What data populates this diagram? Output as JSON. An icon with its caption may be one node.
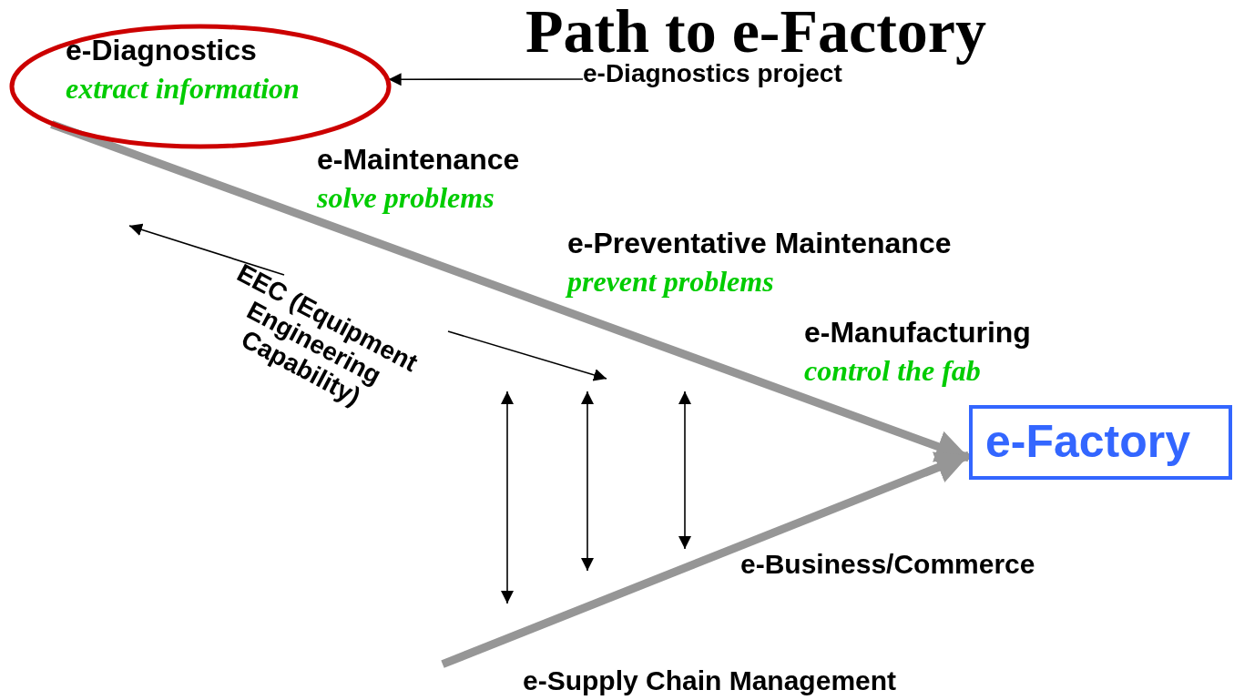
{
  "diagram": {
    "title": "Path to e-Factory",
    "nodes": [
      {
        "text": [
          "e-Diagnostics",
          "extract information"
        ]
      },
      {
        "text": [
          "e-Diagnostics project"
        ]
      },
      {
        "text": [
          "e-Maintenance",
          "solve problems"
        ]
      },
      {
        "text": [
          "e-Preventative Maintenance",
          "prevent problems"
        ]
      },
      {
        "text": [
          "e-Manufacturing",
          "control the fab"
        ]
      },
      {
        "text": [
          "e-Factory"
        ]
      },
      {
        "text": [
          "e-Business/Commerce"
        ]
      },
      {
        "text": [
          "e-Supply Chain Management"
        ]
      },
      {
        "text": [
          "EEC (Equipment Engineering Capability)"
        ]
      }
    ],
    "edges": [
      {
        "from": 1,
        "to": 0,
        "arrow": "to"
      },
      {
        "from": 0,
        "to": 5,
        "arrow": "to",
        "style": "thick",
        "color": "#969696"
      },
      {
        "from": 7,
        "to": 5,
        "arrow": "to",
        "style": "thick",
        "color": "#969696"
      },
      {
        "from": 8,
        "to": null,
        "arrow": "to"
      },
      {
        "from": 8,
        "to": null,
        "arrow": "to"
      }
    ]
  }
}
